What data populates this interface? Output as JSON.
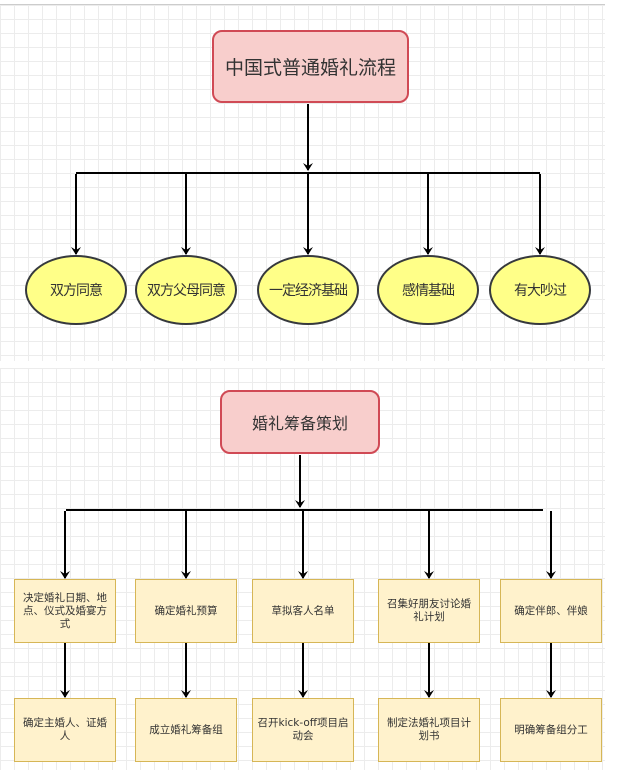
{
  "diagram1": {
    "title": "中国式普通婚礼流程",
    "children": [
      "双方同意",
      "双方父母同意",
      "一定经济基础",
      "感情基础",
      "有大吵过"
    ]
  },
  "diagram2": {
    "title": "婚礼筹备策划",
    "columns": [
      {
        "step": "决定婚礼日期、地点、仪式及婚宴方式",
        "result": "确定主婚人、证婚人"
      },
      {
        "step": "确定婚礼预算",
        "result": "成立婚礼筹备组"
      },
      {
        "step": "草拟客人名单",
        "result": "召开kick-off项目启动会"
      },
      {
        "step": "召集好朋友讨论婚礼计划",
        "result": "制定法婚礼项目计划书"
      },
      {
        "step": "确定伴郎、伴娘",
        "result": "明确筹备组分工"
      }
    ]
  },
  "colors": {
    "title_fill": "#f8cecc",
    "title_border": "#d04a55",
    "ellipse_fill": "#ffff88",
    "box_fill": "#fff2cc",
    "box_border": "#d6b656"
  }
}
